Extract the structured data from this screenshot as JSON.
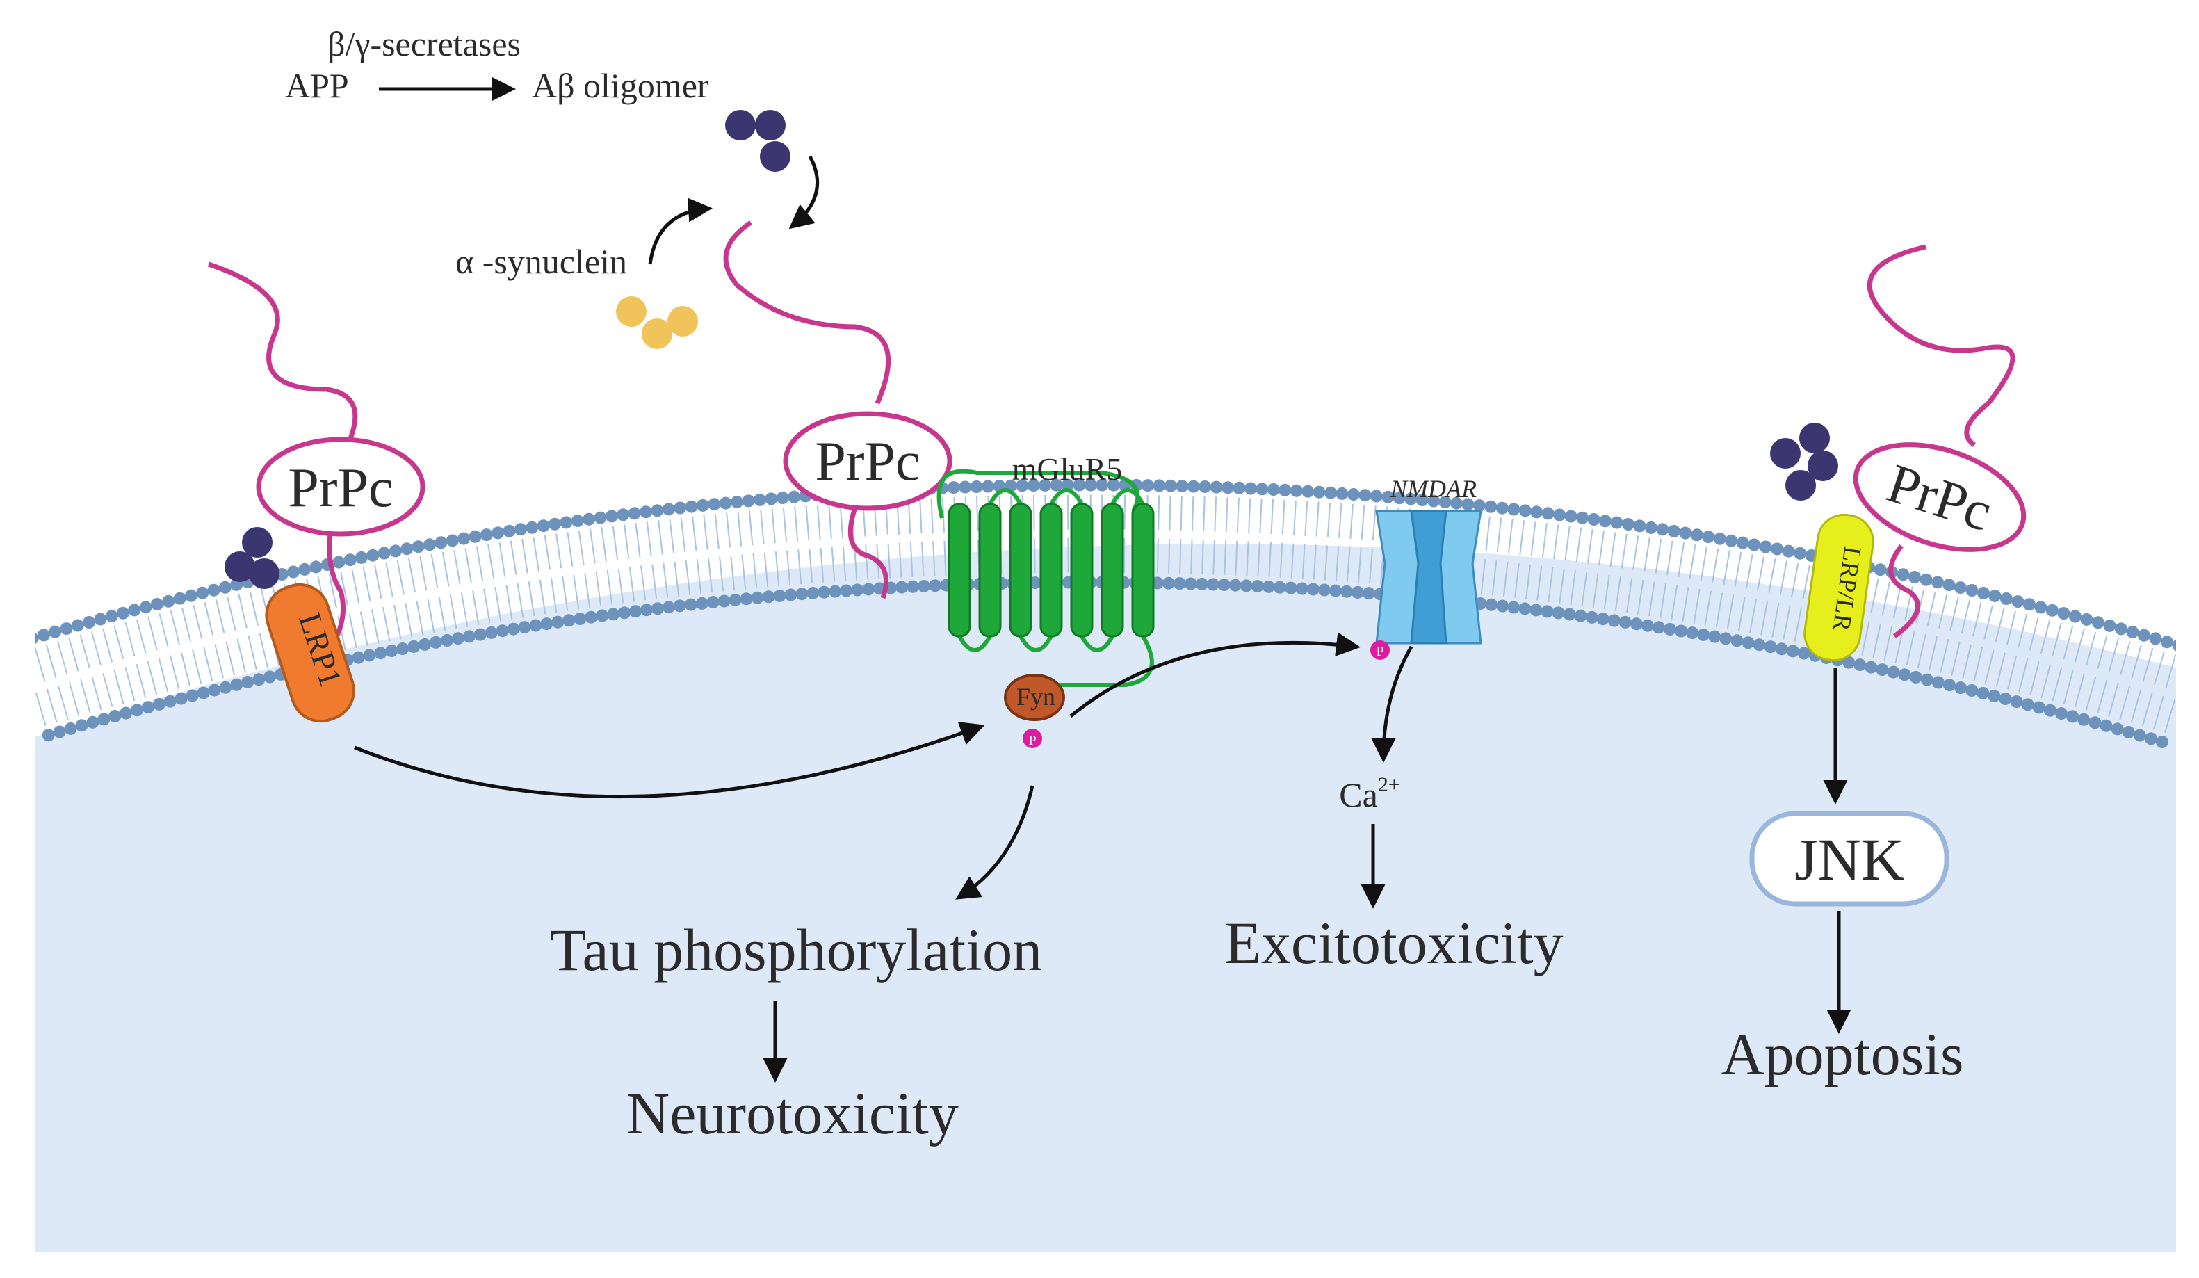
{
  "pathway": {
    "secretase": "β/γ-secretases",
    "app": "APP",
    "abeta": "Aβ oligomer",
    "synuclein": "α -synuclein"
  },
  "receptors": {
    "prpc": "PrPc",
    "lrp1": "LRP1",
    "mglur5": "mGluR5",
    "fyn": "Fyn",
    "nmdar": "NMDAR",
    "lrp_lr": "LRP/LR",
    "phospho": "P"
  },
  "ions": {
    "ca_base": "Ca",
    "ca_sup": "2+"
  },
  "outcomes": {
    "tau": "Tau phosphorylation",
    "neuro": "Neurotoxicity",
    "excito": "Excitotoxicity",
    "jnk": "JNK",
    "apoptosis": "Apoptosis"
  },
  "colors": {
    "cytoplasm": "#dde9f6",
    "membrane_head": "#6d93bd",
    "prpc": "#c8378e",
    "lrp1": "#f07a2e",
    "mglur5": "#1fa83a",
    "fyn": "#c0582a",
    "nmdar": "#6ec0e8",
    "lrp_lr": "#e6ee1c",
    "abeta": "#3c3670",
    "synuclein": "#f0c45a",
    "jnk_border": "#9bb6dc"
  }
}
